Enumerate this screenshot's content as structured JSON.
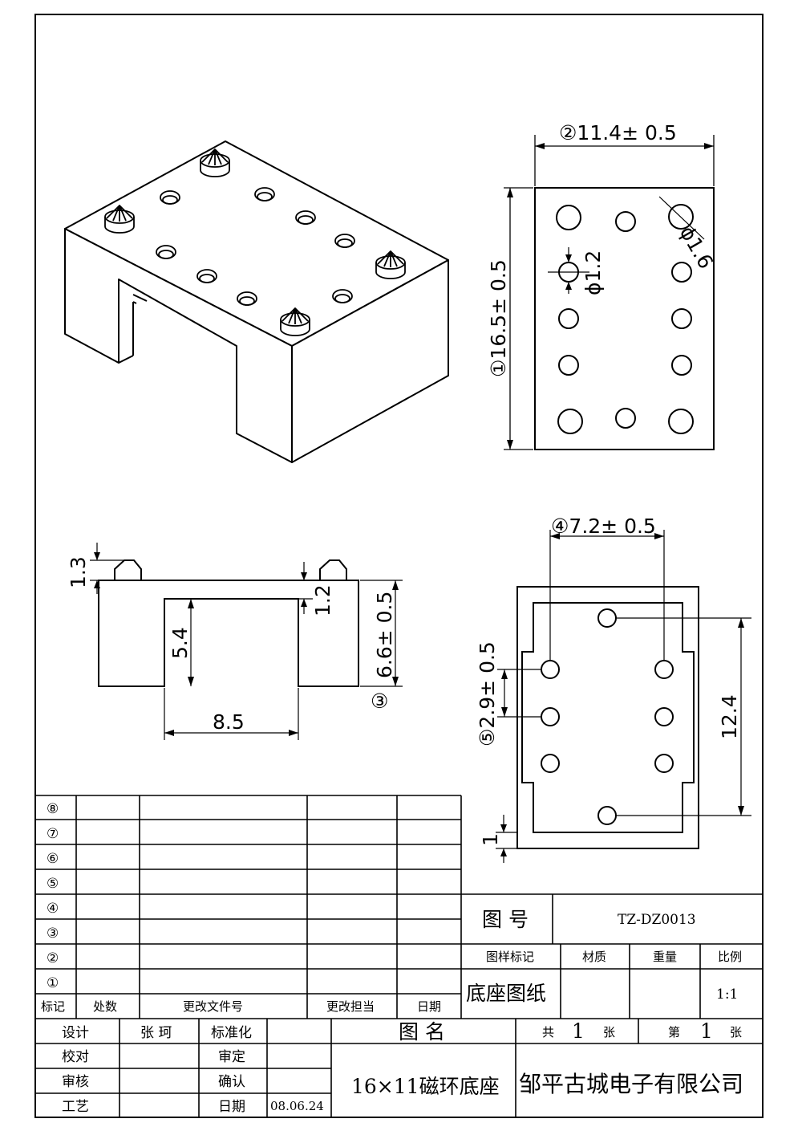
{
  "drawing": {
    "dims": {
      "top_width": "②11.4± 0.5",
      "top_height": "①16.5± 0.5",
      "pin_hole": "ϕ1.2",
      "big_hole": "ϕ1.6",
      "pin_height": "1.3",
      "pin_offset": "1.2",
      "slot_depth": "5.4",
      "total_height": "6.6± 0.5",
      "height_marker": "③",
      "slot_width": "8.5",
      "bottom_width": "④7.2± 0.5",
      "pitch": "⑤2.9± 0.5",
      "span": "12.4",
      "edge": "1"
    }
  },
  "title_block": {
    "revision_marks": [
      "⑧",
      "⑦",
      "⑥",
      "⑤",
      "④",
      "③",
      "②",
      "①"
    ],
    "rev_headers": [
      "标记",
      "处数",
      "更改文件号",
      "更改担当",
      "日期"
    ],
    "drawing_no_label": "图 号",
    "drawing_no": "TZ-DZ0013",
    "headers": [
      "图样标记",
      "材质",
      "重量",
      "比例"
    ],
    "drawing_type": "底座图纸",
    "scale": "1:1",
    "design_label": "设计",
    "designer": "张 珂",
    "standardize_label": "标准化",
    "check_label": "校对",
    "approve_label": "审定",
    "review_label": "审核",
    "confirm_label": "确认",
    "process_label": "工艺",
    "date_label": "日期",
    "date": "08.06.24",
    "name_label": "图 名",
    "name": "16×11磁环底座",
    "total_label_a": "共",
    "total_count": "1",
    "total_label_b": "张",
    "sheet_label_a": "第",
    "sheet_no": "1",
    "sheet_label_b": "张",
    "company": "邹平古城电子有限公司"
  }
}
